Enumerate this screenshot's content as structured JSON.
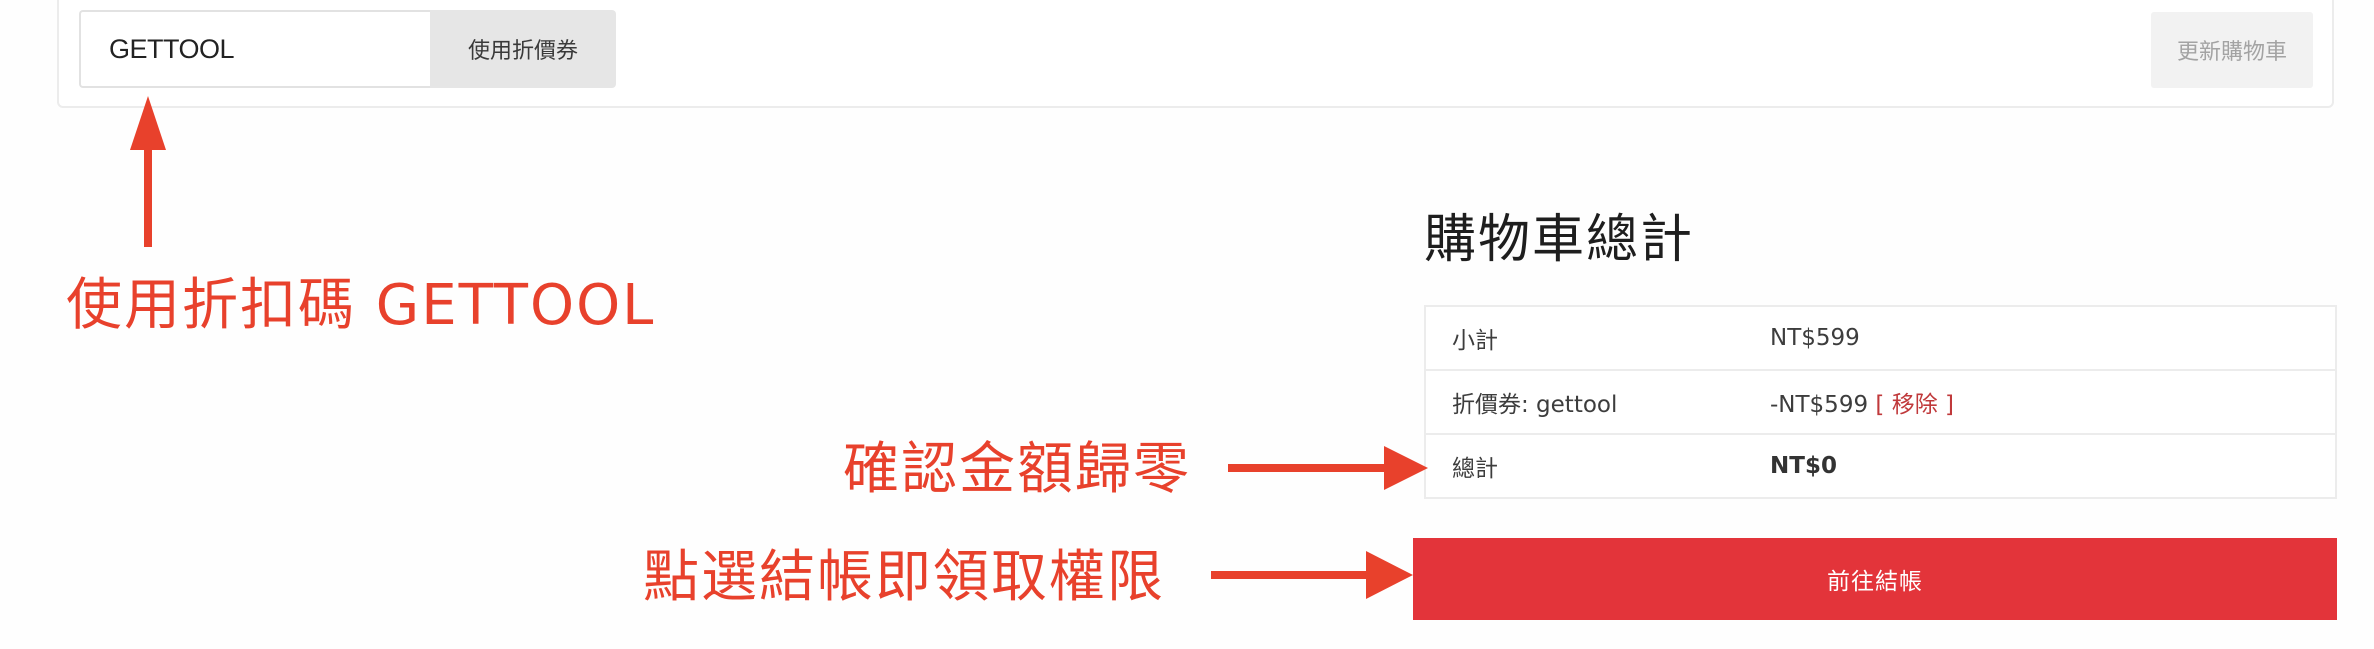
{
  "coupon": {
    "input_value": "GETTOOL",
    "apply_button_label": "使用折價券",
    "update_cart_label": "更新購物車"
  },
  "cart_totals": {
    "title": "購物車總計",
    "rows": [
      {
        "label": "小計",
        "value": "NT$599"
      },
      {
        "label": "折價券: gettool",
        "value": "-NT$599",
        "remove_label": "[ 移除 ]"
      },
      {
        "label": "總計",
        "value": "NT$0"
      }
    ],
    "checkout_label": "前往結帳"
  },
  "annotations": {
    "use_code": "使用折扣碼 GETTOOL",
    "confirm_zero": "確認金額歸零",
    "click_checkout": "點選結帳即領取權限",
    "color": "#e8412c"
  },
  "colors": {
    "checkout_button": "#e3343a",
    "remove_link": "#c0393b",
    "annotation": "#e8412c"
  }
}
